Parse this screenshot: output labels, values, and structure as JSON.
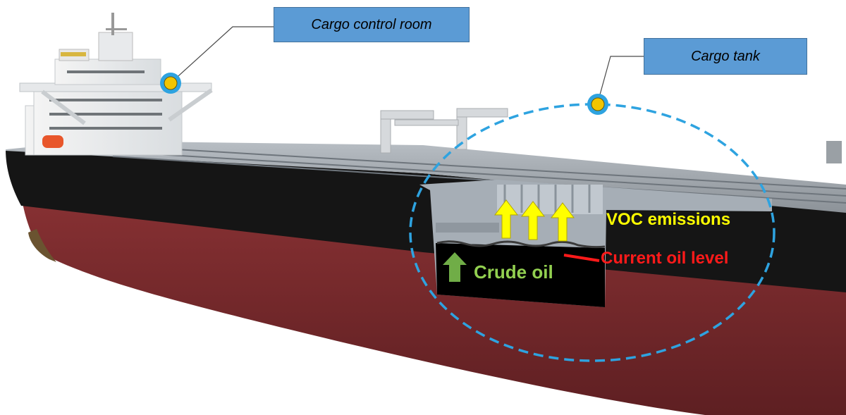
{
  "callouts": {
    "control_room": "Cargo control room",
    "cargo_tank": "Cargo tank"
  },
  "labels": {
    "voc": "VOC emissions",
    "oil_level": "Current oil level",
    "crude": "Crude oil"
  },
  "colors": {
    "callout_fill": "#5b9bd5",
    "voc_text": "#ffff00",
    "oil_level_text": "#ff1a1a",
    "crude_text": "#92d050",
    "dashed_ellipse": "#2ea3e0",
    "marker_dot": "#f2c500",
    "hull_red": "#7a2a2c",
    "hull_black": "#161616"
  },
  "icons": [
    "arrow-up-icon",
    "marker-dot-icon"
  ]
}
